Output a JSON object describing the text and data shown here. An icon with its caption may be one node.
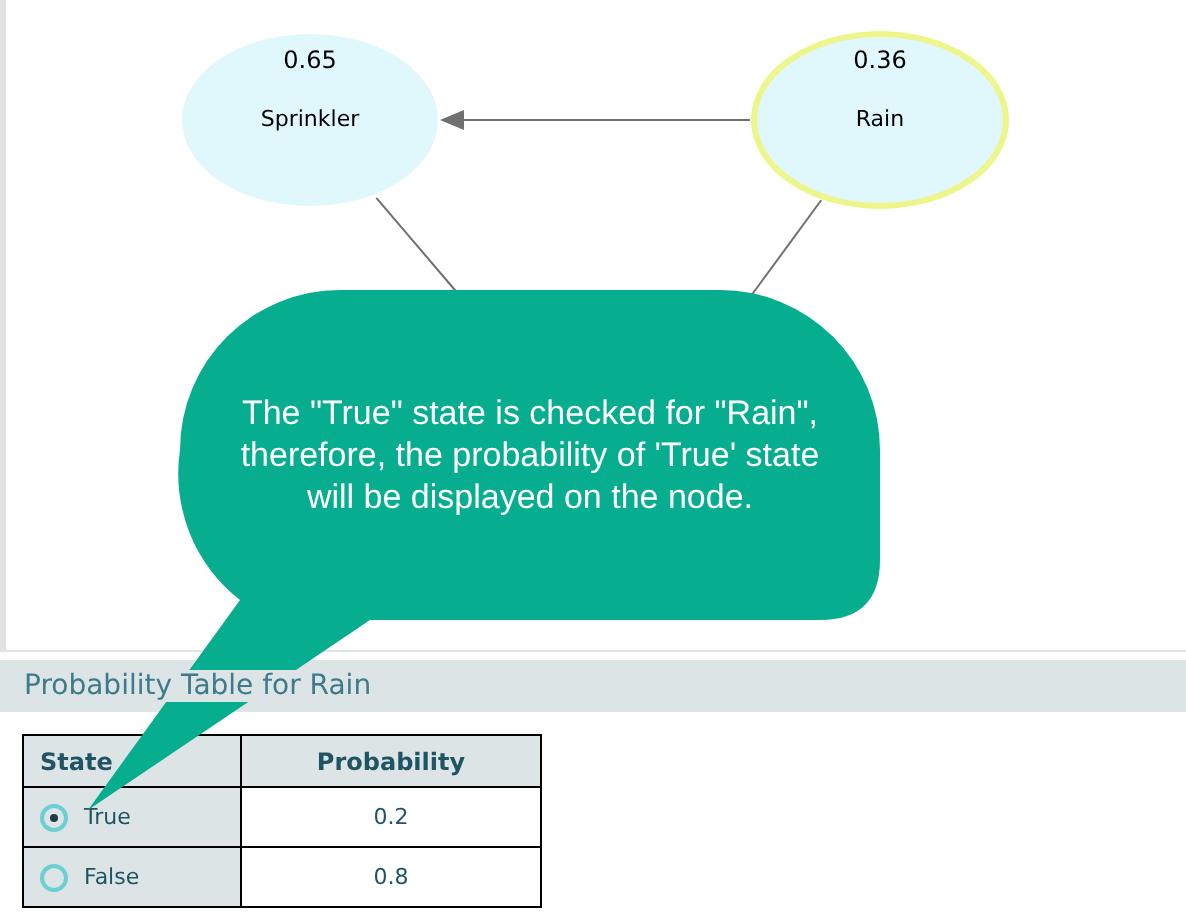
{
  "diagram": {
    "nodes": [
      {
        "text": [
          "0.65",
          "Sprinkler"
        ]
      },
      {
        "text": [
          "0.36",
          "Rain"
        ]
      },
      {
        "text": [
          "The \"True\" state is checked for \"Rain\", therefore, the probability of 'True' state will be displayed on the node."
        ]
      }
    ],
    "edges": [
      {
        "from": 1,
        "to": 0,
        "arrow": "to"
      },
      {
        "from": 0,
        "to": null,
        "arrow": "none"
      },
      {
        "from": 1,
        "to": null,
        "arrow": "none"
      }
    ],
    "labels": [
      "Probability Table for Rain",
      "State",
      "Probability",
      "True",
      "0.2",
      "False",
      "0.8"
    ]
  }
}
